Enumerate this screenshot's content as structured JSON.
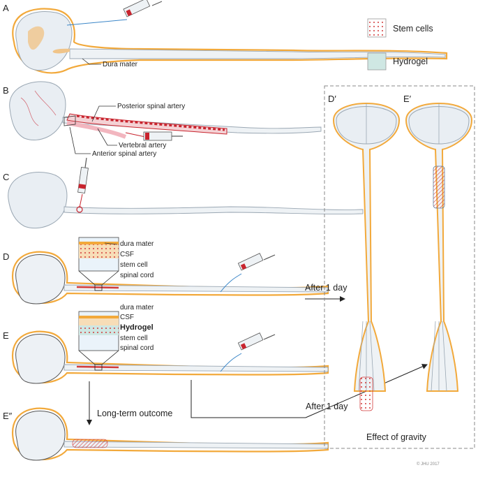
{
  "panels": {
    "a": "A",
    "b": "B",
    "c": "C",
    "d": "D",
    "e": "E",
    "e2": "E″",
    "dp": "D′",
    "ep": "E′"
  },
  "labels": {
    "dura_mater_a": "Dura mater",
    "posterior_spinal_artery": "Posterior spinal artery",
    "vertebral_artery": "Vertebral artery",
    "anterior_spinal_artery": "Anterior spinal artery",
    "d_inset": [
      "dura mater",
      "CSF",
      "stem cell",
      "spinal cord"
    ],
    "e_inset": [
      "dura mater",
      "CSF",
      "Hydrogel",
      "stem cell",
      "spinal cord"
    ],
    "after_1_day_d": "After 1 day",
    "after_1_day_e": "After 1 day",
    "long_term_outcome": "Long-term outcome",
    "effect_of_gravity": "Effect of gravity",
    "copyright": "© JHU 2017"
  },
  "legend": {
    "stem_cells": "Stem cells",
    "hydrogel": "Hydrogel"
  },
  "colors": {
    "dura": "#f2a93b",
    "stem_cell": "#d23a3a",
    "hydrogel": "#cfe7e3",
    "artery": "#c8242e",
    "csf": "#f7ddb7"
  }
}
